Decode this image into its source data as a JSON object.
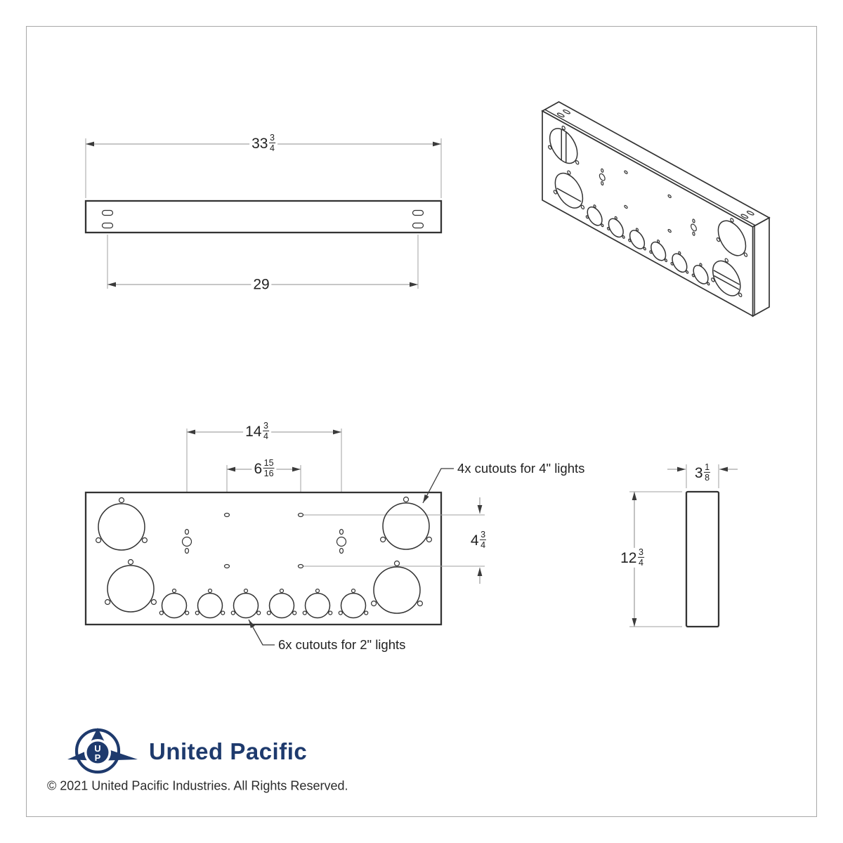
{
  "sheet": {
    "background": "#ffffff"
  },
  "colors": {
    "line": "#333333",
    "dim": "#8f8f8f",
    "dimext": "#a0a0a0",
    "leader": "#3b3b3b",
    "text": "#222222",
    "navy": "#1e3a6d",
    "copyright": "#2b2b2b",
    "frame": "#a8a8a8"
  },
  "views": {
    "top": {
      "overall_width": {
        "whole": "33",
        "num": "3",
        "den": "4"
      },
      "slot_spacing": {
        "value": "29"
      }
    },
    "front": {
      "plate_hole_spacing": {
        "whole": "14",
        "num": "3",
        "den": "4"
      },
      "inner_hole_spacing": {
        "whole": "6",
        "num": "15",
        "den": "16"
      },
      "row_spacing": {
        "whole": "4",
        "num": "3",
        "den": "4"
      },
      "note_4in": "4x cutouts for 4\" lights",
      "note_2in": "6x cutouts for 2\" lights"
    },
    "side": {
      "thickness": {
        "whole": "3",
        "num": "1",
        "den": "8"
      },
      "height": {
        "whole": "12",
        "num": "3",
        "den": "4"
      }
    }
  },
  "footer": {
    "brand": "United Pacific",
    "monogram_top": "U",
    "monogram_bottom": "P",
    "copyright": "© 2021 United Pacific Industries. All Rights Reserved."
  }
}
